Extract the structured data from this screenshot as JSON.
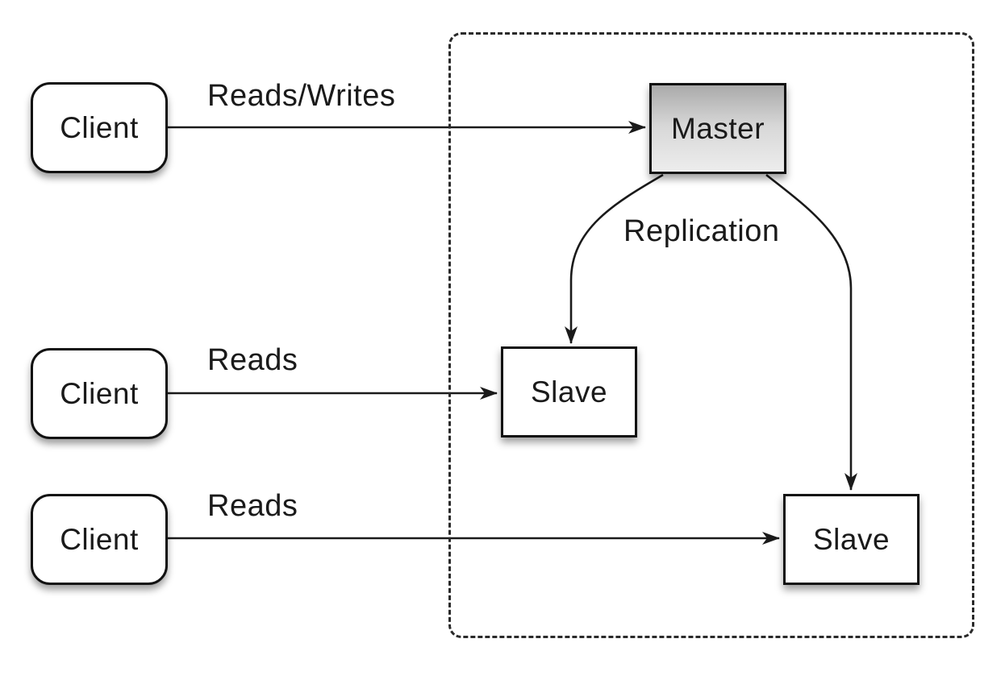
{
  "nodes": {
    "client1": {
      "label": "Client"
    },
    "client2": {
      "label": "Client"
    },
    "client3": {
      "label": "Client"
    },
    "master": {
      "label": "Master"
    },
    "slave1": {
      "label": "Slave"
    },
    "slave2": {
      "label": "Slave"
    }
  },
  "edges": {
    "client1_to_master": {
      "label": "Reads/Writes"
    },
    "client2_to_slave1": {
      "label": "Reads"
    },
    "client3_to_slave2": {
      "label": "Reads"
    },
    "master_to_slaves": {
      "label": "Replication"
    }
  },
  "colors": {
    "background": "#ffffff",
    "line": "#1a1a1a",
    "node_border": "#111111",
    "node_fill": "#ffffff",
    "master_fill_top": "#aaaaaa",
    "master_fill_bottom": "#ededed",
    "dashed_boundary": "#2a2a2a",
    "text": "#1a1a1a"
  }
}
